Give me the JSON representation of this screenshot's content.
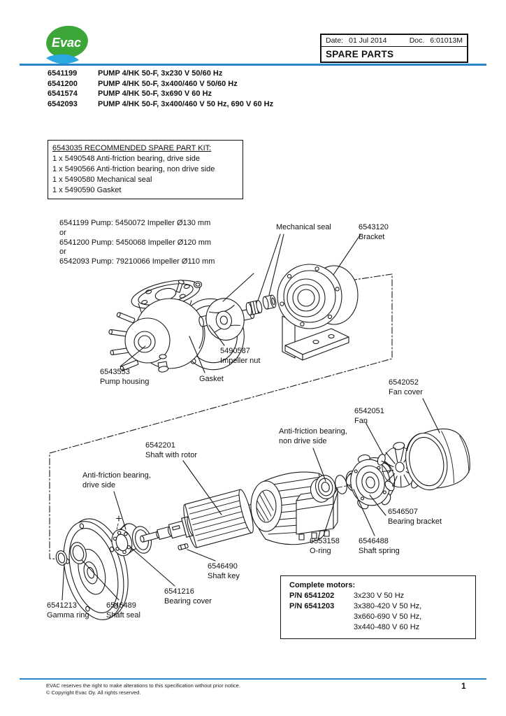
{
  "brand": {
    "logo_text": "Evac",
    "green": "#3da639",
    "blue": "#2aa9e0",
    "rule_blue": "#2b85c8"
  },
  "header": {
    "date_label": "Date:",
    "date_value": "01 Jul 2014",
    "doc_label": "Doc.",
    "doc_value": "6:01013M",
    "title": "SPARE PARTS"
  },
  "pump_list": [
    {
      "pn": "6541199",
      "desc": "PUMP 4/HK 50-F, 3x230 V 50/60 Hz"
    },
    {
      "pn": "6541200",
      "desc": "PUMP 4/HK 50-F, 3x400/460 V 50/60 Hz"
    },
    {
      "pn": "6541574",
      "desc": "PUMP 4/HK 50-F, 3x690 V 60 Hz"
    },
    {
      "pn": "6542093",
      "desc": "PUMP 4/HK 50-F, 3x400/460 V 50 Hz, 690 V 60 Hz"
    }
  ],
  "spare_kit": {
    "title": "6543035 RECOMMENDED SPARE PART KIT:",
    "items": [
      "1 x 5490548 Anti-friction bearing, drive side",
      "1 x 5490566 Anti-friction bearing, non drive side",
      "1 x 5490580 Mechanical seal",
      "1 x 5490590 Gasket"
    ]
  },
  "diagram_labels": {
    "impeller_options": "6541199 Pump: 5450072 Impeller Ø130 mm\nor\n6541200 Pump: 5450068 Impeller Ø120 mm\nor\n6542093 Pump: 79210066 Impeller Ø110 mm",
    "mechanical_seal": "Mechanical seal",
    "bracket": "6543120\nBracket",
    "impeller_nut": "5490587\nImpeller nut",
    "gasket": "Gasket",
    "pump_housing": "6543553\nPump housing",
    "fan_cover": "6542052\nFan cover",
    "fan": "6542051\nFan",
    "bearing_nds": "Anti-friction bearing,\nnon drive side",
    "shaft_with_rotor": "6542201\nShaft with rotor",
    "bearing_ds": "Anti-friction bearing,\ndrive side",
    "bearing_bracket": "6546507\nBearing bracket",
    "o_ring": "6553158\nO-ring",
    "shaft_spring": "6546488\nShaft spring",
    "shaft_key": "6546490\nShaft key",
    "bearing_cover": "6541216\nBearing cover",
    "gamma_ring": "6541213\nGamma ring",
    "shaft_seal": "6546489\nShaft seal"
  },
  "motors_box": {
    "title": "Complete motors:",
    "rows": [
      {
        "pn": "P/N 6541202",
        "desc": "3x230 V 50 Hz"
      },
      {
        "pn": "P/N 6541203",
        "desc": "3x380-420 V 50 Hz,\n3x660-690 V 50 Hz,\n3x440-480 V 60 Hz"
      }
    ]
  },
  "footer": {
    "line1": "EVAC reserves the right to make alterations to this specification without  prior notice.",
    "line2": "© Copyright Evac Oy. All rights reserved.",
    "page_number": "1"
  }
}
